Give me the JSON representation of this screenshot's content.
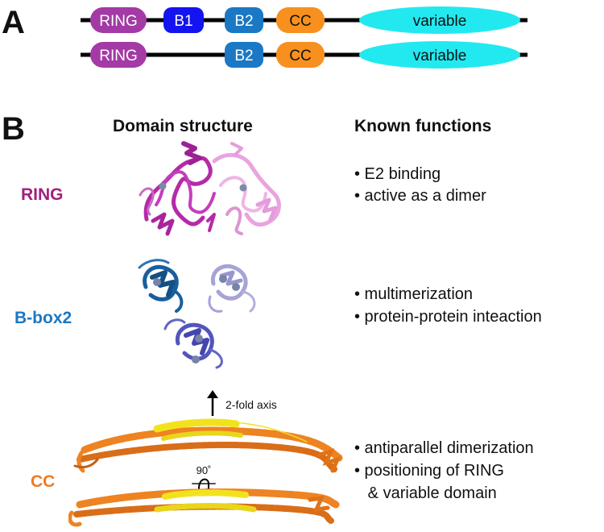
{
  "panel_a": {
    "letter": "A",
    "rows": [
      {
        "domains": [
          {
            "label": "RING",
            "color": "#a33aa5"
          },
          {
            "label": "B1",
            "color": "#1414f0"
          },
          {
            "label": "B2",
            "color": "#1b78c4"
          },
          {
            "label": "CC",
            "color": "#f7901e"
          },
          {
            "label": "variable",
            "color": "#22e9f0"
          }
        ]
      },
      {
        "domains": [
          {
            "label": "RING",
            "color": "#a33aa5"
          },
          {
            "label": "B2",
            "color": "#1b78c4"
          },
          {
            "label": "CC",
            "color": "#f7901e"
          },
          {
            "label": "variable",
            "color": "#22e9f0"
          }
        ]
      }
    ]
  },
  "panel_b": {
    "letter": "B",
    "col_structure": "Domain structure",
    "col_functions": "Known functions",
    "rows": [
      {
        "label": "RING",
        "color": "#a0207e",
        "functions": [
          "• E2 binding",
          "• active as a dimer"
        ]
      },
      {
        "label": "B-box2",
        "color": "#1d78c0",
        "functions": [
          "• multimerization",
          "• protein-protein inteaction"
        ]
      },
      {
        "label": "CC",
        "color": "#ef7a25",
        "functions": [
          "• antiparallel dimerization",
          "• positioning of RING",
          "   & variable domain"
        ]
      }
    ],
    "axis_label": "2-fold axis",
    "rotation_label": "90˚"
  }
}
